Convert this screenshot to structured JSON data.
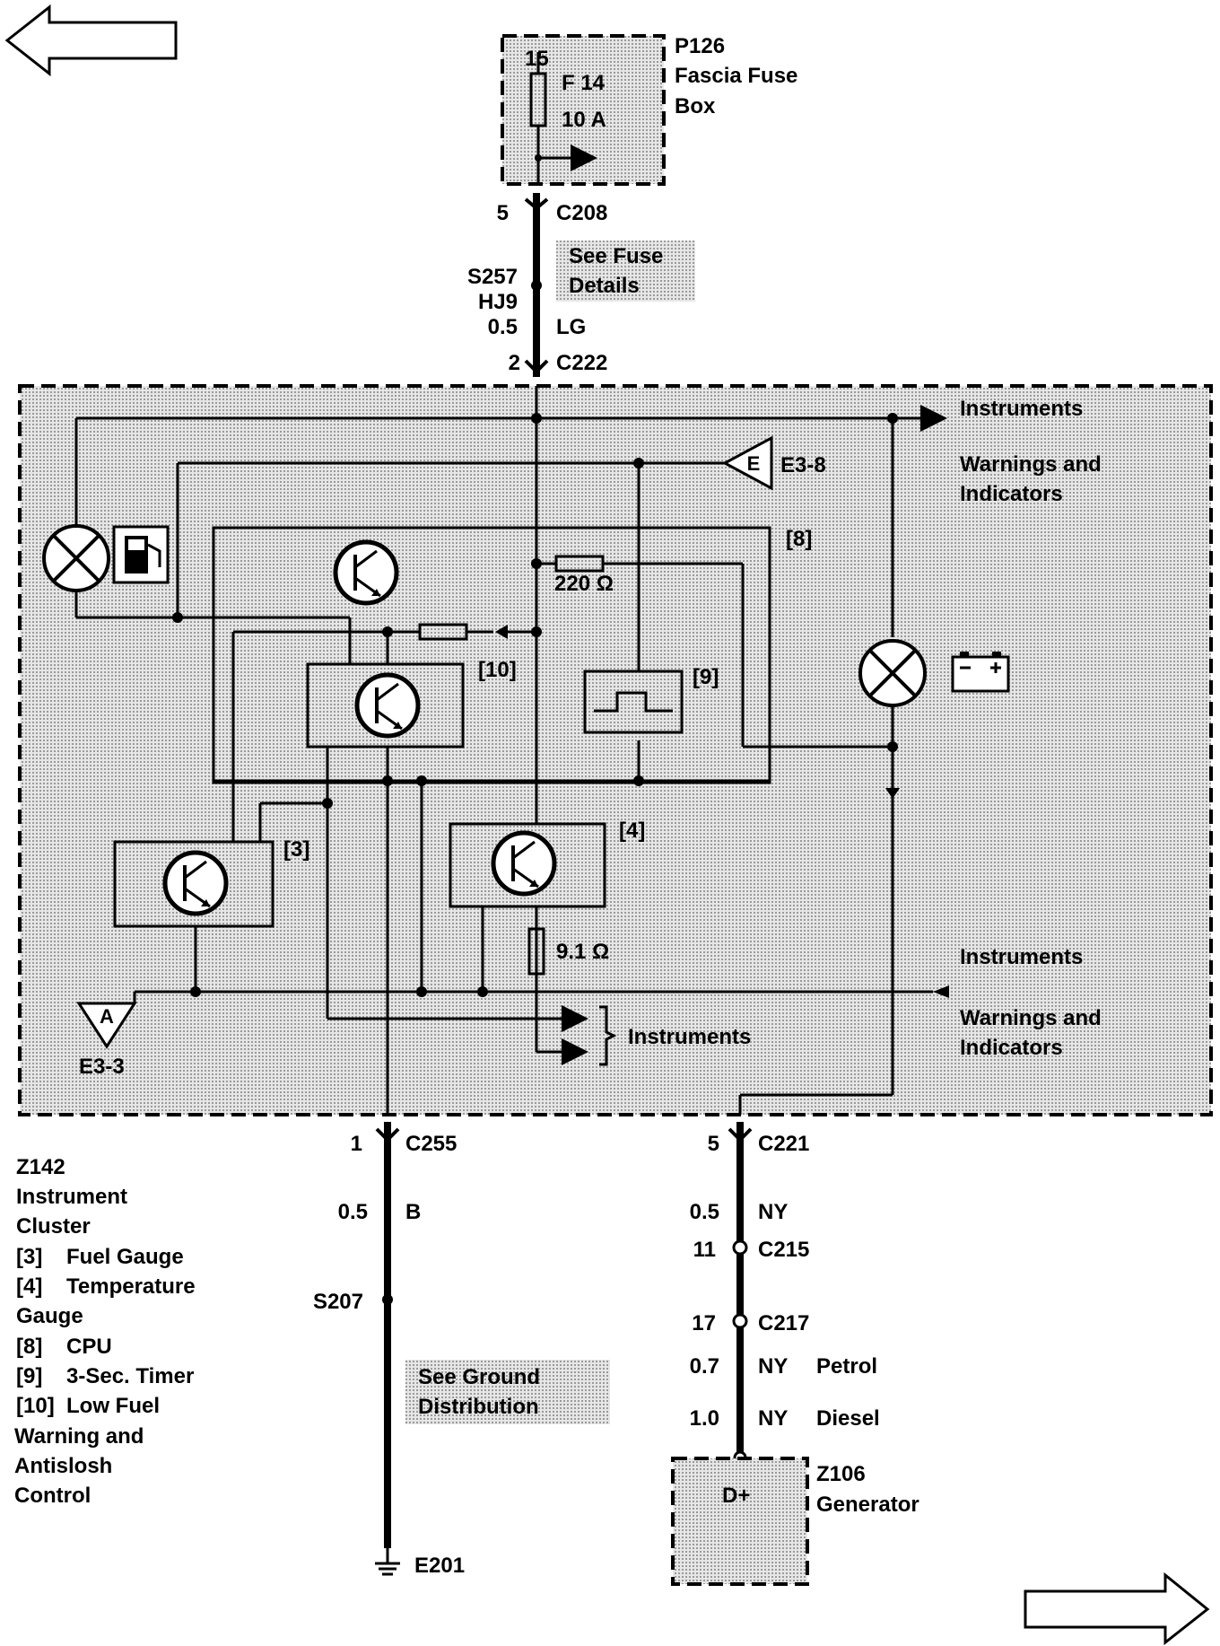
{
  "nav": {
    "prev_icon": "left-arrow-icon",
    "next_icon": "right-arrow-icon"
  },
  "fuse_box": {
    "pin": "15",
    "fuse": "F 14",
    "rating": "10 A",
    "id": "P126",
    "name_line1": "Fascia Fuse",
    "name_line2": "Box"
  },
  "c208": {
    "pin": "5",
    "name": "C208"
  },
  "see_fuse": {
    "line1": "See Fuse",
    "line2": "Details"
  },
  "splice_top": {
    "id": "S257",
    "code": "HJ9",
    "size": "0.5",
    "color": "LG"
  },
  "c222": {
    "pin": "2",
    "name": "C222"
  },
  "cluster_labels": {
    "instruments_top": "Instruments",
    "warnings_top_1": "Warnings and",
    "warnings_top_2": "Indicators",
    "e38": "E3-8",
    "e_letter": "E",
    "resistor_220": "220 Ω",
    "cpu_ref": "[8]",
    "lowfuel_ref": "[10]",
    "timer_ref": "[9]",
    "fuel_ref": "[3]",
    "temp_ref": "[4]",
    "resistor_91": "9.1 Ω",
    "instruments_bottom": "Instruments",
    "instruments_mid": "Instruments",
    "warnings_bottom_1": "Warnings and",
    "warnings_bottom_2": "Indicators",
    "a_letter": "A",
    "e33": "E3-3"
  },
  "c255": {
    "pin": "1",
    "name": "C255",
    "size": "0.5",
    "color": "B"
  },
  "c221": {
    "pin": "5",
    "name": "C221",
    "size": "0.5",
    "color": "NY"
  },
  "c215": {
    "pin": "11",
    "name": "C215"
  },
  "c217": {
    "pin": "17",
    "name": "C217"
  },
  "petrol": {
    "size": "0.7",
    "color": "NY",
    "label": "Petrol"
  },
  "diesel": {
    "size": "1.0",
    "color": "NY",
    "label": "Diesel"
  },
  "s207": "S207",
  "see_ground": {
    "line1": "See Ground",
    "line2": "Distribution"
  },
  "e201": "E201",
  "generator": {
    "term": "D+",
    "id": "Z106",
    "name": "Generator"
  },
  "legend": {
    "id": "Z142",
    "title1": "Instrument",
    "title2": "Cluster",
    "i3_ref": "[3]",
    "i3": "Fuel Gauge",
    "i4_ref": "[4]",
    "i4": "Temperature",
    "i4b": "Gauge",
    "i8_ref": "[8]",
    "i8": "CPU",
    "i9_ref": "[9]",
    "i9": "3-Sec. Timer",
    "i10_ref": "[10]",
    "i10": "Low Fuel",
    "i10b": "Warning and",
    "i10c": "Antislosh",
    "i10d": "Control"
  }
}
